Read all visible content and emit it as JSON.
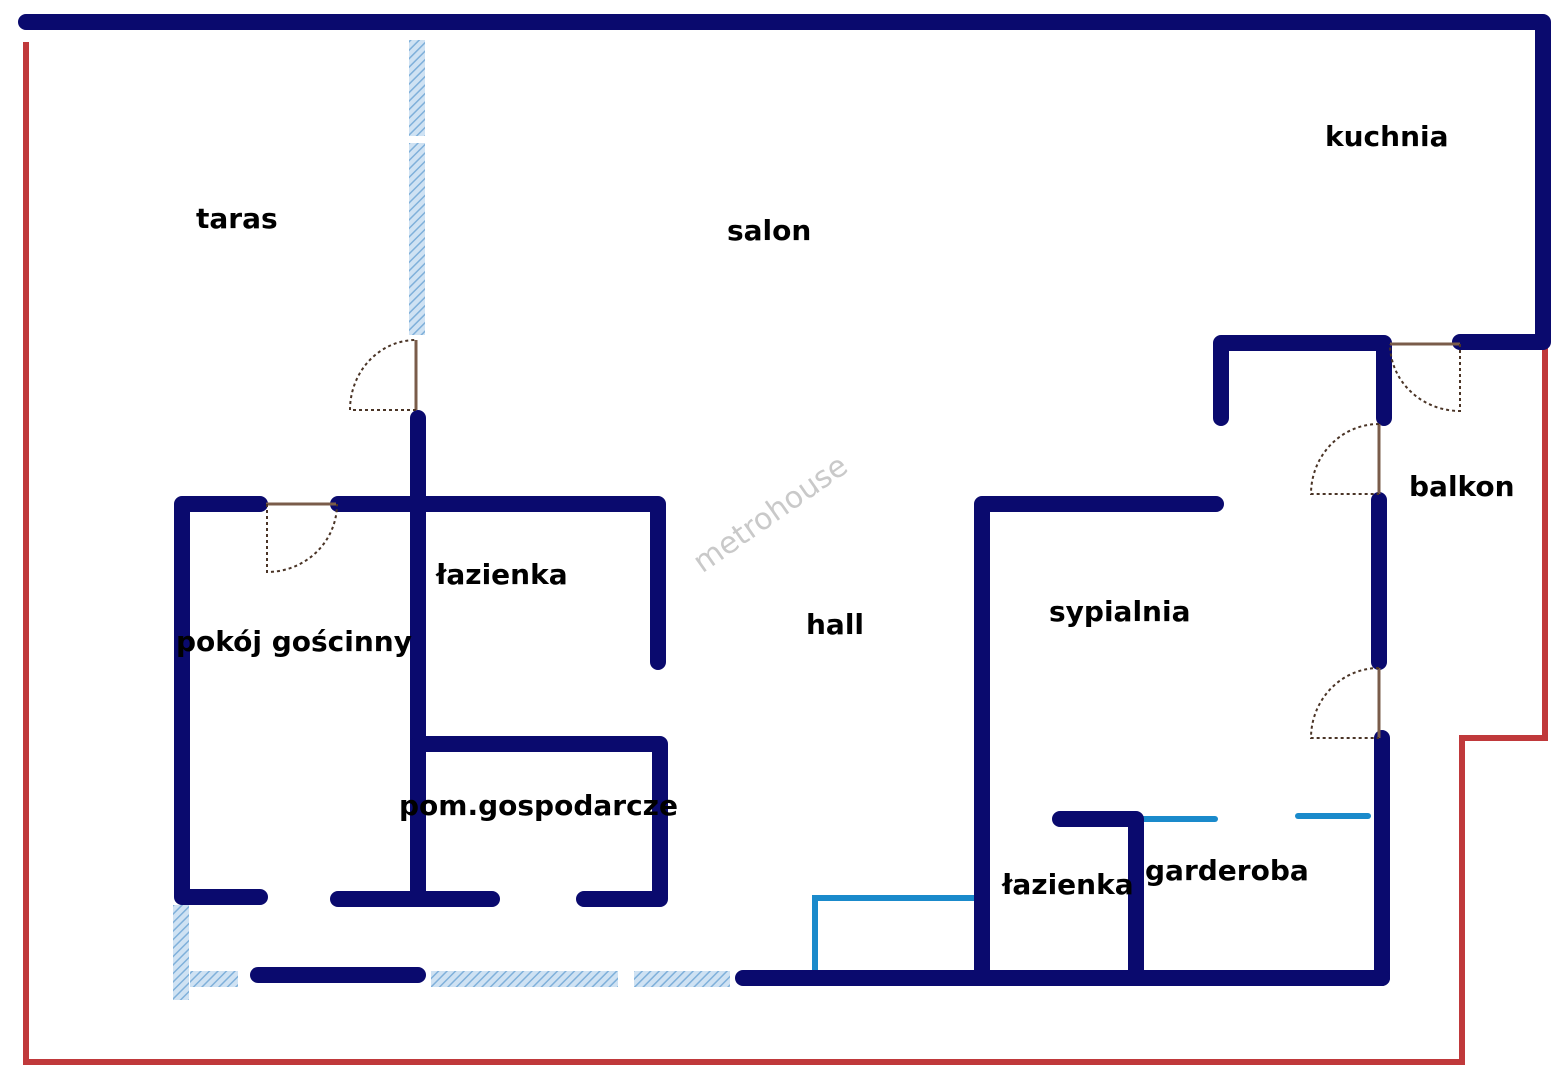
{
  "floor_plan": {
    "watermark": "metrohouse",
    "rooms": {
      "taras": "taras",
      "salon": "salon",
      "kuchnia": "kuchnia",
      "balkon": "balkon",
      "lazienka_1": "łazienka",
      "pokoj_goscinny": "pokój gościnny",
      "hall": "hall",
      "sypialnia": "sypialnia",
      "pom_gospodarcze": "pom.gospodarcze",
      "lazienka_2": "łazienka",
      "garderoba": "garderoba"
    },
    "colors": {
      "wall": "#0a0a6e",
      "outline": "#c0393b",
      "window": "#a9cbe6",
      "partition": "#1a8acb",
      "door": "#7a5c4a"
    }
  }
}
